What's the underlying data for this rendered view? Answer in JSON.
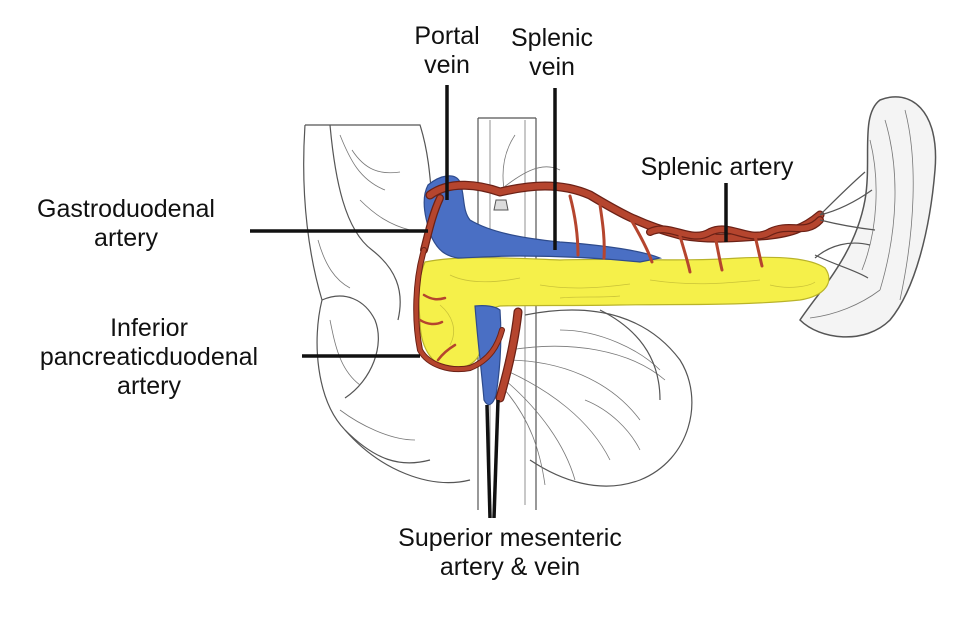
{
  "labels": {
    "portal_vein": [
      "Portal",
      "vein"
    ],
    "splenic_vein": [
      "Splenic",
      "vein"
    ],
    "splenic_artery": "Splenic artery",
    "gastroduodenal_artery": [
      "Gastroduodenal",
      "artery"
    ],
    "inferior_pancreaticoduodenal_artery": [
      "Inferior",
      "pancreaticduodenal",
      "artery"
    ],
    "superior_mesenteric": [
      "Superior mesenteric",
      "artery & vein"
    ]
  },
  "colors": {
    "pancreas": "#f5f04a",
    "vein": "#4a6fc4",
    "artery": "#b5452e",
    "artery_outline": "#6b2116",
    "sketch": "#555555"
  }
}
